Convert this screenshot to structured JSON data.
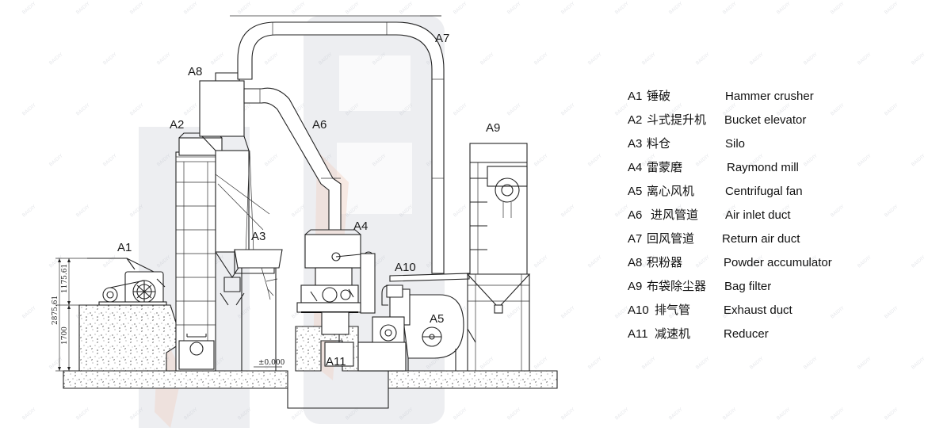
{
  "diagram": {
    "components": [
      {
        "code": "A1",
        "zh": "锤破",
        "en": "Hammer crusher"
      },
      {
        "code": "A2",
        "zh": "斗式提升机",
        "en": "Bucket elevator"
      },
      {
        "code": "A3",
        "zh": "料仓",
        "en": "Silo"
      },
      {
        "code": "A4",
        "zh": "雷蒙磨",
        "en": "Raymond mill"
      },
      {
        "code": "A5",
        "zh": "离心风机",
        "en": "Centrifugal fan"
      },
      {
        "code": "A6",
        "zh": "进风管道",
        "en": "Air inlet duct"
      },
      {
        "code": "A7",
        "zh": "回风管道",
        "en": "Return air duct"
      },
      {
        "code": "A8",
        "zh": "积粉器",
        "en": "Powder accumulator"
      },
      {
        "code": "A9",
        "zh": "布袋除尘器",
        "en": "Bag filter"
      },
      {
        "code": "A10",
        "zh": "排气管",
        "en": "Exhaust duct"
      },
      {
        "code": "A11",
        "zh": "减速机",
        "en": "Reducer"
      }
    ],
    "dimensions": {
      "total": "2875.61",
      "upper": "1175.61",
      "lower": "1700",
      "ground": "±0.000"
    },
    "watermark": "BAIDIY"
  }
}
